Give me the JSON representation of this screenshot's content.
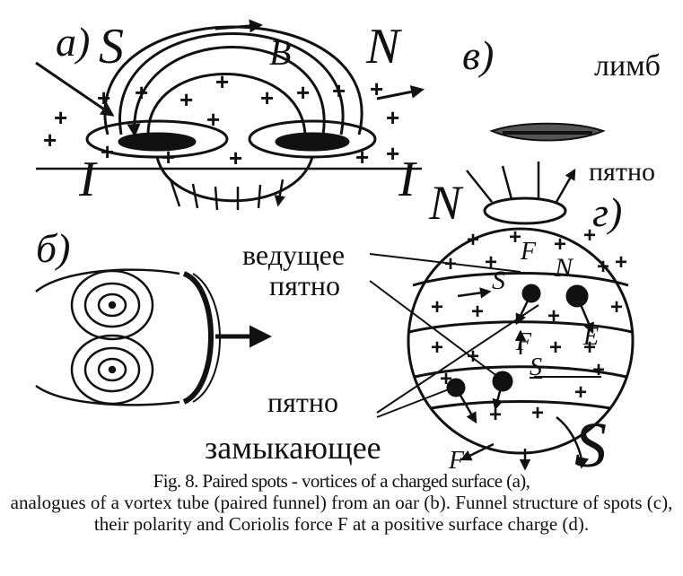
{
  "panels": {
    "a": "а)",
    "b": "б)",
    "v": "в)",
    "g": "г)"
  },
  "labels": {
    "S_a": "S",
    "N_a": "N",
    "B": "B",
    "I_left": "I",
    "I_right": "I",
    "limb": "лимб",
    "spot_top": "пятно",
    "N_g": "N",
    "leading": "ведущее",
    "leading_spot": "пятно",
    "closing_spot": "пятно",
    "closing": "замыкающее",
    "S_big": "S",
    "S_inner": "S",
    "N_inner": "N",
    "F_top": "F",
    "F_mid": "F",
    "F_right": "E",
    "F_bottom": "F"
  },
  "caption": {
    "line1": "Fig. 8. Paired spots - vortices of a charged surface (a),",
    "line2": "analogues of a vortex tube (paired funnel) from an oar (b). Funnel structure of spots (c), their polarity and Coriolis force F at a positive surface charge (d)."
  }
}
